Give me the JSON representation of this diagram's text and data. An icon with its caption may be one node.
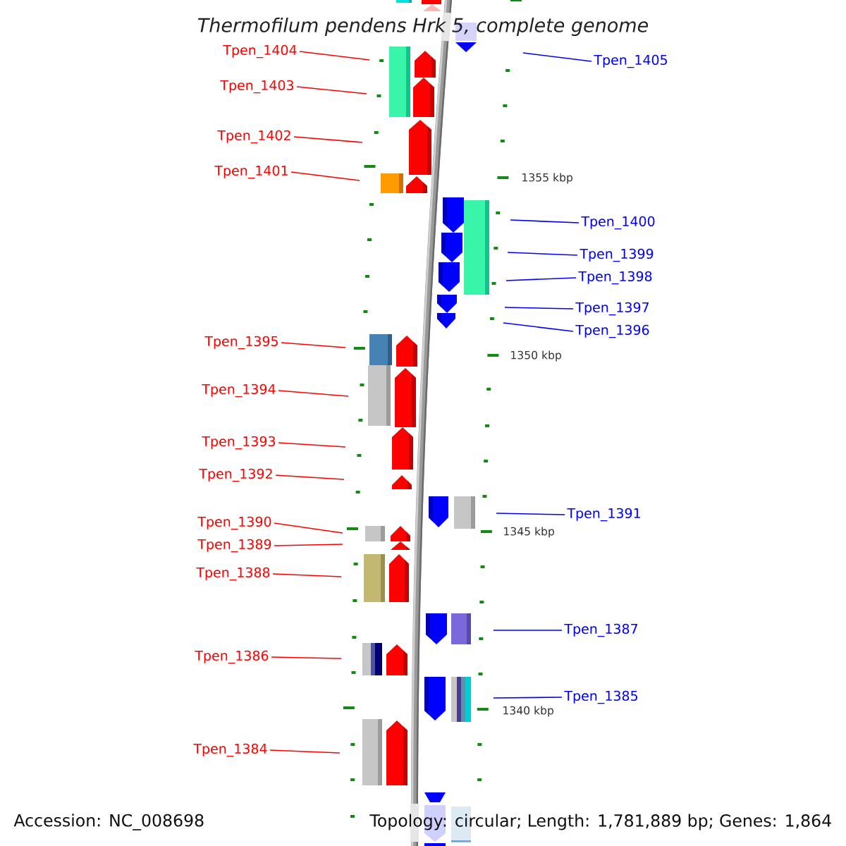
{
  "diagram": {
    "title": "Thermofilum pendens Hrk 5, complete genome",
    "nodes": [
      {
        "text": [
          "Tpen_1404"
        ]
      },
      {
        "text": [
          "Tpen_1405"
        ]
      },
      {
        "text": [
          "Tpen_1403"
        ]
      },
      {
        "text": [
          "Tpen_1402"
        ]
      },
      {
        "text": [
          "Tpen_1401"
        ]
      },
      {
        "text": [
          "Tpen_1400"
        ]
      },
      {
        "text": [
          "Tpen_1399"
        ]
      },
      {
        "text": [
          "Tpen_1398"
        ]
      },
      {
        "text": [
          "Tpen_1397"
        ]
      },
      {
        "text": [
          "Tpen_1396"
        ]
      },
      {
        "text": [
          "Tpen_1395"
        ]
      },
      {
        "text": [
          "Tpen_1394"
        ]
      },
      {
        "text": [
          "Tpen_1393"
        ]
      },
      {
        "text": [
          "Tpen_1392"
        ]
      },
      {
        "text": [
          "Tpen_1391"
        ]
      },
      {
        "text": [
          "Tpen_1390"
        ]
      },
      {
        "text": [
          "Tpen_1389"
        ]
      },
      {
        "text": [
          "Tpen_1388"
        ]
      },
      {
        "text": [
          "Tpen_1387"
        ]
      },
      {
        "text": [
          "Tpen_1386"
        ]
      },
      {
        "text": [
          "Tpen_1385"
        ]
      },
      {
        "text": [
          "Tpen_1384"
        ]
      }
    ],
    "edges": [
      {
        "from": 0,
        "to": null,
        "arrow": "none"
      },
      {
        "from": 1,
        "to": null,
        "arrow": "none",
        "color": "#0000ff"
      },
      {
        "from": 2,
        "to": null,
        "arrow": "none"
      },
      {
        "from": 3,
        "to": null,
        "arrow": "none"
      },
      {
        "from": 4,
        "to": null,
        "arrow": "none"
      },
      {
        "from": 5,
        "to": null,
        "arrow": "none",
        "color": "#0000ff"
      },
      {
        "from": 6,
        "to": null,
        "arrow": "none",
        "color": "#0000ff"
      },
      {
        "from": 7,
        "to": null,
        "arrow": "none",
        "color": "#0000ff"
      },
      {
        "from": 8,
        "to": null,
        "arrow": "none",
        "color": "#0000ff"
      },
      {
        "from": 9,
        "to": null,
        "arrow": "none",
        "color": "#0000ff"
      },
      {
        "from": 10,
        "to": null,
        "arrow": "none"
      },
      {
        "from": 11,
        "to": null,
        "arrow": "none"
      },
      {
        "from": 12,
        "to": null,
        "arrow": "none"
      },
      {
        "from": 13,
        "to": null,
        "arrow": "none"
      },
      {
        "from": 14,
        "to": null,
        "arrow": "none",
        "color": "#0000ff"
      },
      {
        "from": 15,
        "to": null,
        "arrow": "none"
      },
      {
        "from": 16,
        "to": null,
        "arrow": "none"
      },
      {
        "from": 17,
        "to": null,
        "arrow": "none"
      },
      {
        "from": 18,
        "to": null,
        "arrow": "none",
        "color": "#0000ff"
      },
      {
        "from": 19,
        "to": null,
        "arrow": "none"
      },
      {
        "from": 20,
        "to": null,
        "arrow": "none",
        "color": "#0000ff"
      },
      {
        "from": 21,
        "to": null,
        "arrow": "none"
      }
    ],
    "labels": [
      "1355 kbp",
      "1350 kbp",
      "1345 kbp",
      "1340 kbp",
      "Accession: NC_008698",
      "Topology: circular; Length: 1,781,889 bp; Genes: 1,864"
    ]
  }
}
